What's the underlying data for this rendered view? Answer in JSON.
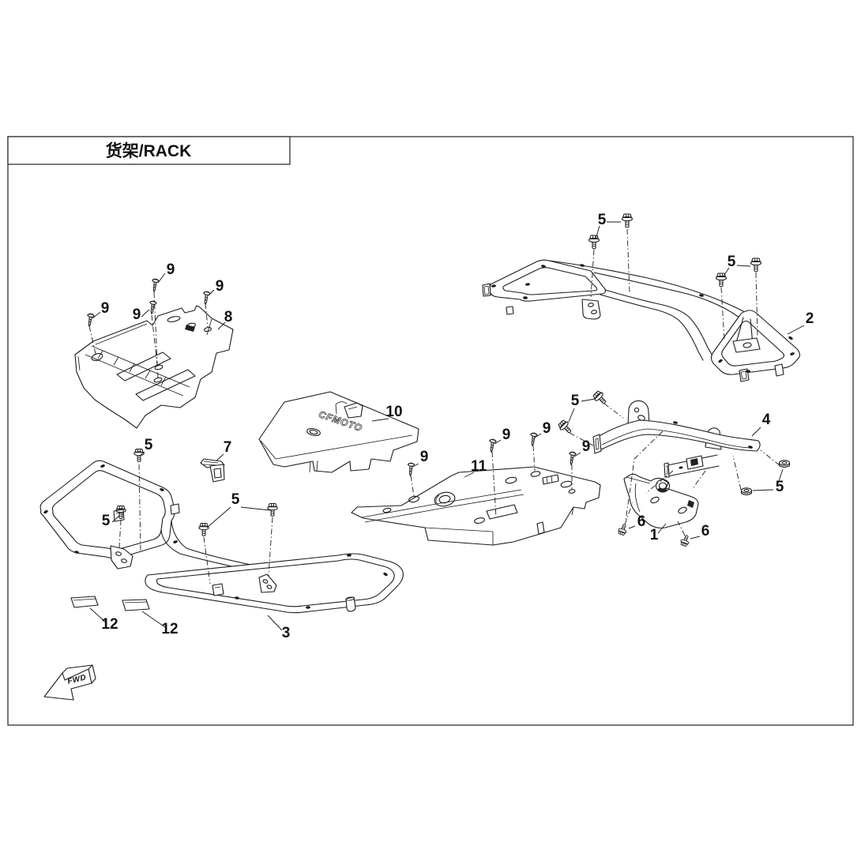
{
  "title": "货架/RACK",
  "direction_arrow": {
    "label": "FWD"
  },
  "logo": {
    "text": "CFMOTO"
  },
  "colors": {
    "line": "#1c1c1c",
    "background": "#ffffff",
    "dark_fill": "#222222"
  },
  "callouts": [
    {
      "label": "8"
    },
    {
      "label": "9"
    },
    {
      "label": "9"
    },
    {
      "label": "9"
    },
    {
      "label": "9"
    },
    {
      "label": "5"
    },
    {
      "label": "5"
    },
    {
      "label": "2"
    },
    {
      "label": "10"
    },
    {
      "label": "9"
    },
    {
      "label": "7"
    },
    {
      "label": "5"
    },
    {
      "label": "5"
    },
    {
      "label": "5"
    },
    {
      "label": "12"
    },
    {
      "label": "12"
    },
    {
      "label": "3"
    },
    {
      "label": "11"
    },
    {
      "label": "9"
    },
    {
      "label": "9"
    },
    {
      "label": "9"
    },
    {
      "label": "5"
    },
    {
      "label": "4"
    },
    {
      "label": "5"
    },
    {
      "label": "6"
    },
    {
      "label": "6"
    },
    {
      "label": "1"
    }
  ]
}
